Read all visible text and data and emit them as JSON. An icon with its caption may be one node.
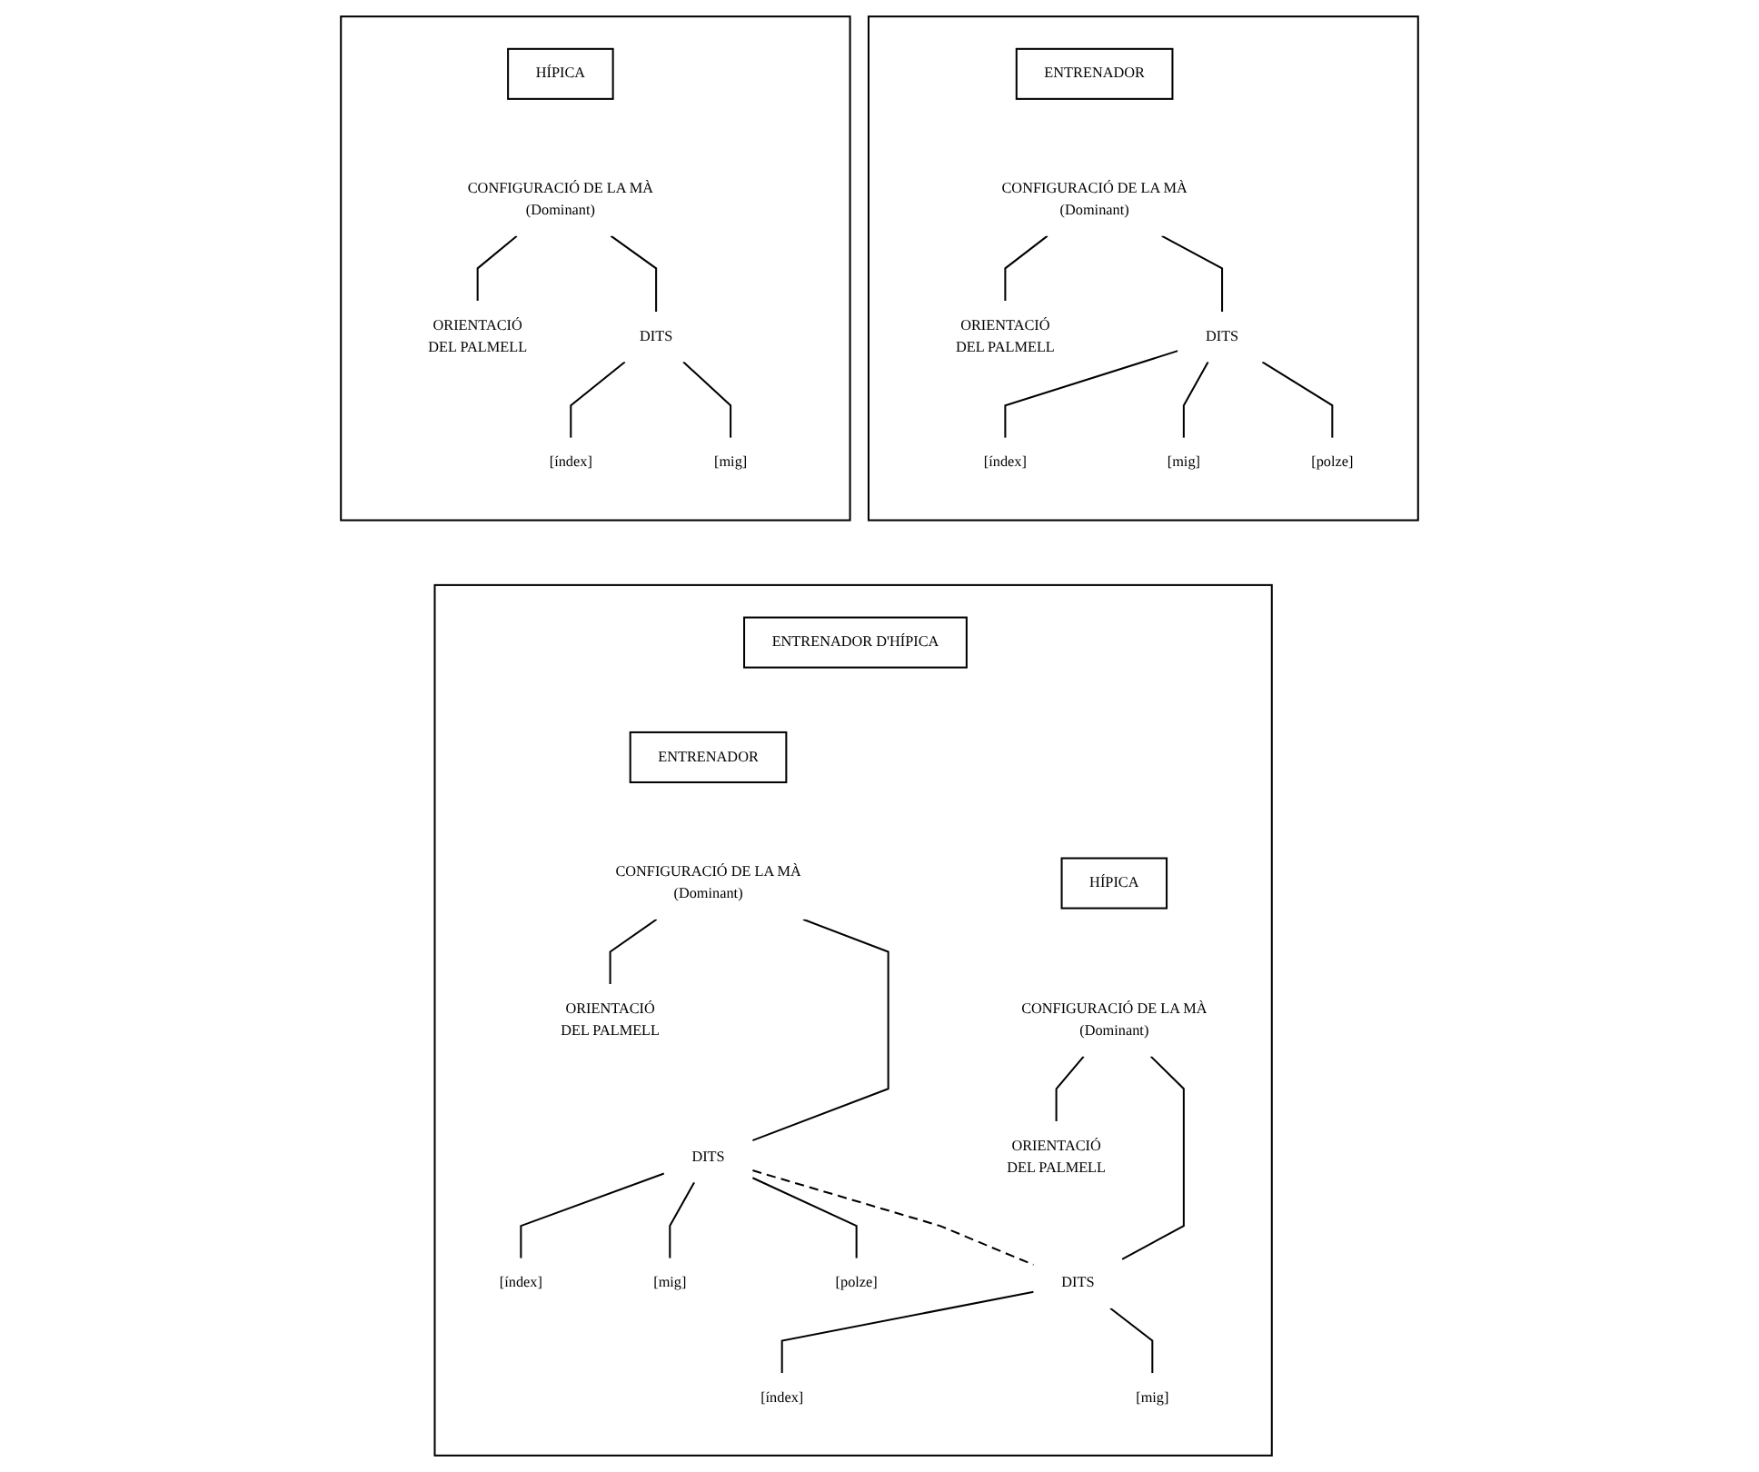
{
  "diagram": {
    "nodes": [
      {
        "text": [],
        "shape": "box"
      },
      {
        "text": [
          "CONFIGURACIÓ DE LA MÀ",
          "(Dominant)"
        ],
        "in": 0
      },
      {
        "text": [
          "HÍPICA"
        ],
        "in": 0
      },
      {
        "text": [
          "ORIENTACIÓ DEL PALMELL"
        ],
        "in": 0
      },
      {
        "text": [
          "DITS"
        ],
        "in": 0
      },
      {
        "text": [
          "[índex]"
        ],
        "in": 0
      },
      {
        "text": [
          "[mig]"
        ],
        "in": 0
      },
      {
        "text": [],
        "shape": "box"
      },
      {
        "text": [
          "CONFIGURACIÓ DE LA MÀ",
          "(Dominant)"
        ],
        "in": 7
      },
      {
        "text": [
          "ENTRENADOR"
        ],
        "in": 7
      },
      {
        "text": [
          "ORIENTACIÓ DEL PALMELL"
        ],
        "in": 7
      },
      {
        "text": [
          "DITS"
        ],
        "in": 7
      },
      {
        "text": [
          "[índex]"
        ],
        "in": 7
      },
      {
        "text": [
          "[mig]"
        ],
        "in": 7
      },
      {
        "text": [
          "[polze]"
        ],
        "in": 7
      },
      {
        "text": [],
        "shape": "box"
      },
      {
        "text": [
          "ENTRENADOR D'HÍPICA"
        ],
        "in": 15
      },
      {
        "text": [
          "ENTRENADOR"
        ],
        "in": 15
      },
      {
        "text": [
          "CONFIGURACIÓ DE LA MÀ",
          "(Dominant)"
        ],
        "in": 15
      },
      {
        "text": [
          "ORIENTACIÓ DEL PALMELL"
        ],
        "in": 15
      },
      {
        "text": [
          "DITS"
        ],
        "in": 15
      },
      {
        "text": [
          "[índex]"
        ],
        "in": 15
      },
      {
        "text": [
          "[mig]"
        ],
        "in": 15
      },
      {
        "text": [
          "[polze]"
        ],
        "in": 15
      },
      {
        "text": [
          "HÍPICA"
        ],
        "in": 15
      },
      {
        "text": [
          "CONFIGURACIÓ DE LA MÀ",
          "(Dominant)"
        ],
        "in": 15
      },
      {
        "text": [
          "ORIENTACIÓ DEL PALMELL"
        ],
        "in": 15
      },
      {
        "text": [
          "DITS"
        ],
        "in": 15
      },
      {
        "text": [
          "[índex]"
        ],
        "in": 15
      },
      {
        "text": [
          "[mig]"
        ],
        "in": 15
      }
    ],
    "edges": [
      {
        "from": 1,
        "to": 3,
        "arrow": "none"
      },
      {
        "from": 1,
        "to": 4,
        "arrow": "none"
      },
      {
        "from": 4,
        "to": 5,
        "arrow": "none"
      },
      {
        "from": 4,
        "to": 6,
        "arrow": "none"
      },
      {
        "from": 8,
        "to": 10,
        "arrow": "none"
      },
      {
        "from": 8,
        "to": 11,
        "arrow": "none"
      },
      {
        "from": 11,
        "to": 12,
        "arrow": "none"
      },
      {
        "from": 11,
        "to": 13,
        "arrow": "none"
      },
      {
        "from": 11,
        "to": 14,
        "arrow": "none"
      },
      {
        "from": 18,
        "to": 19,
        "arrow": "none"
      },
      {
        "from": 18,
        "to": 20,
        "arrow": "none"
      },
      {
        "from": 20,
        "to": 21,
        "arrow": "none"
      },
      {
        "from": 20,
        "to": 22,
        "arrow": "none"
      },
      {
        "from": 20,
        "to": 23,
        "arrow": "none"
      },
      {
        "from": 25,
        "to": 26,
        "arrow": "none"
      },
      {
        "from": 25,
        "to": 27,
        "arrow": "none"
      },
      {
        "from": 27,
        "to": 28,
        "arrow": "none"
      },
      {
        "from": 27,
        "to": 29,
        "arrow": "none"
      },
      {
        "from": 20,
        "to": 27,
        "arrow": "none",
        "style": "dashed"
      }
    ]
  }
}
